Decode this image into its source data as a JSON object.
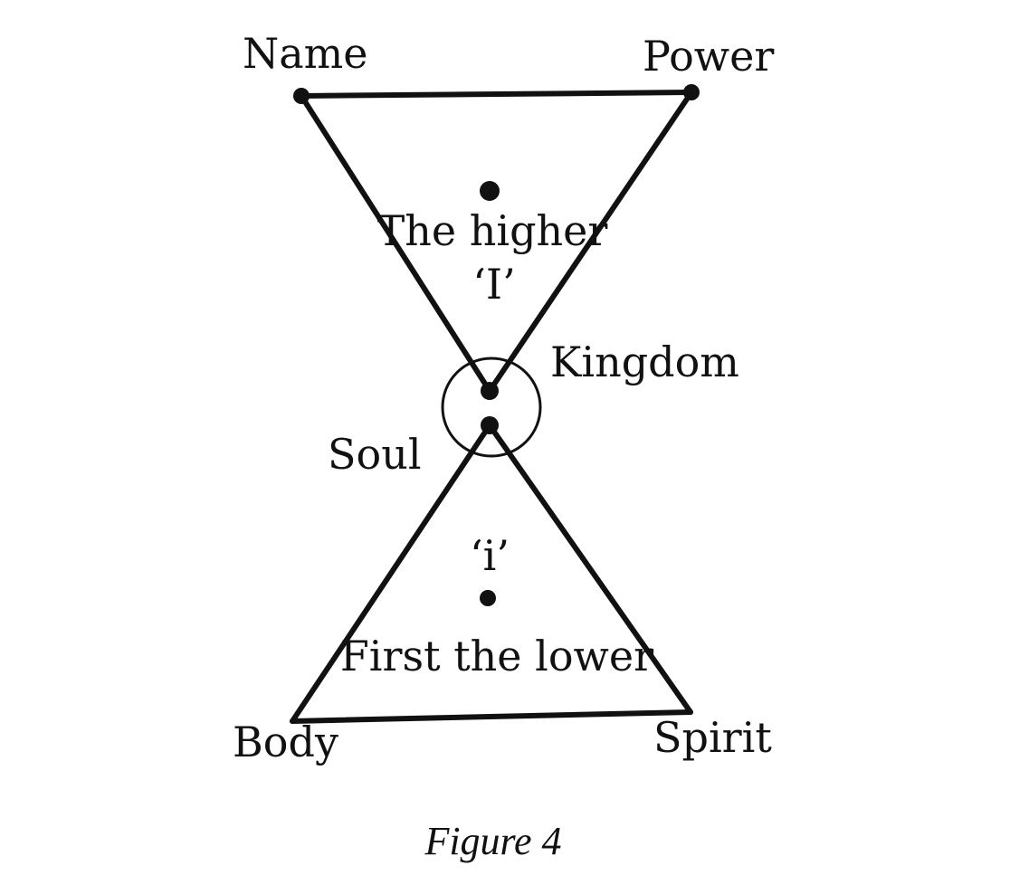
{
  "diagram": {
    "labels": {
      "name": "Name",
      "power": "Power",
      "higher_line1": "The higher",
      "higher_line2": "‘I’",
      "kingdom": "Kingdom",
      "soul": "Soul",
      "lower_i": "‘i’",
      "lower_text": "First the lower",
      "body": "Body",
      "spirit": "Spirit"
    },
    "caption": "Figure 4",
    "colors": {
      "ink": "#111111",
      "background": "#ffffff"
    }
  }
}
